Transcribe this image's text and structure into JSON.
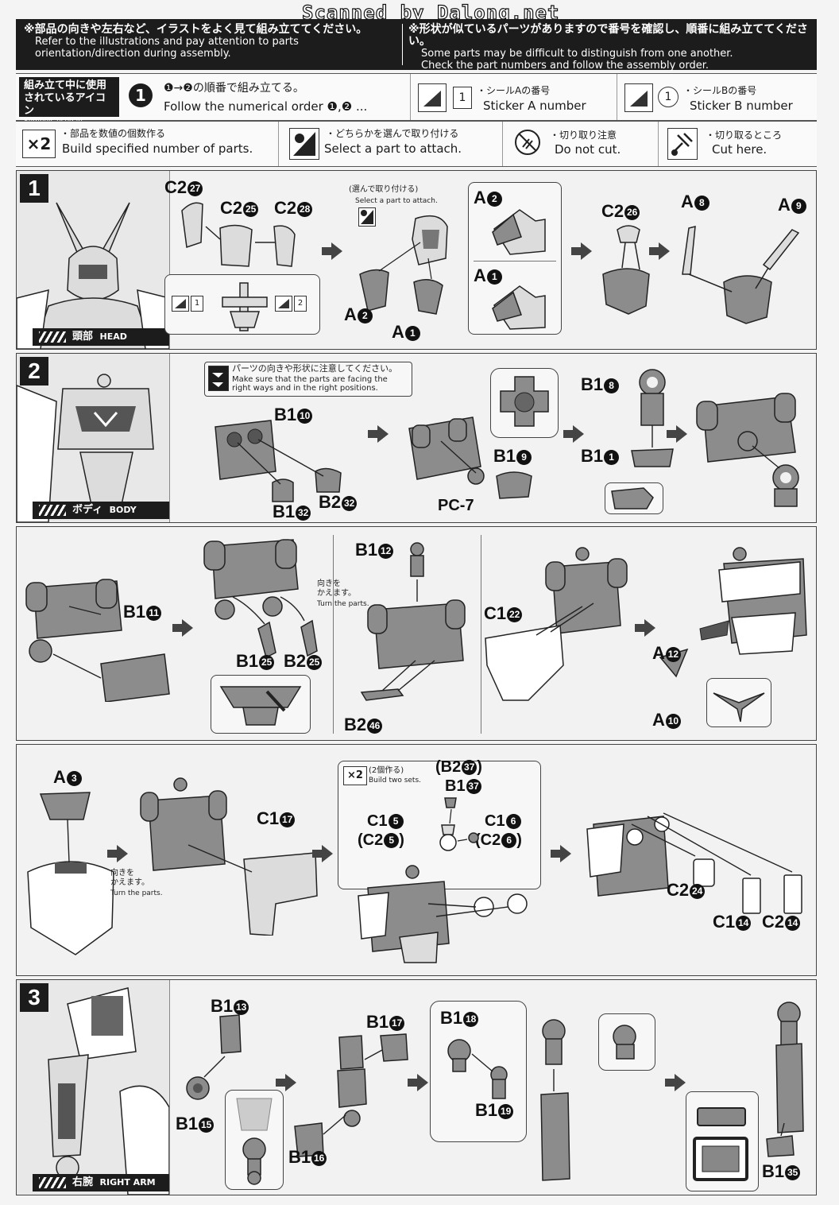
{
  "watermark": "Scanned by Dalong.net",
  "header": {
    "left_jp": "※部品の向きや左右など、イラストをよく見て組み立ててください。",
    "left_en1": "Refer to the illustrations and pay attention to parts",
    "left_en2": "orientation/direction during assembly.",
    "right_jp": "※形状が似ているパーツがありますので番号を確認し、順番に組み立ててください。",
    "right_en1": "Some parts may be difficult to distinguish from one another.",
    "right_en2": "Check the part numbers and follow the assembly order."
  },
  "legend": {
    "symbols_jp1": "組み立て中に使用",
    "symbols_jp2": "されているアイコン",
    "symbols_en": "Symbols used in instructions",
    "order_num": "1",
    "order_jp": "❶→❷の順番で組み立てる。",
    "order_en": "Follow the numerical order ❶,❷ ...",
    "stickerA_jp": "・シールAの番号",
    "stickerA_en": "Sticker A number",
    "stickerA_box": "1",
    "stickerB_jp": "・シールBの番号",
    "stickerB_en": "Sticker B number",
    "stickerB_box": "1",
    "x2_label": "×2",
    "x2_jp": "・部品を数値の個数作る",
    "x2_en": "Build specified number of parts.",
    "select_jp": "・どちらかを選んで取り付ける",
    "select_en": "Select a part to attach.",
    "nocut_jp": "・切り取り注意",
    "nocut_en": "Do not cut.",
    "cut_jp": "・切り取るところ",
    "cut_en": "Cut here."
  },
  "steps": [
    {
      "num": "1",
      "title_jp": "頭部",
      "title_en": "HEAD"
    },
    {
      "num": "2",
      "title_jp": "ボディ",
      "title_en": "BODY"
    },
    {
      "num": "3",
      "title_jp": "右腕",
      "title_en": "RIGHT ARM"
    }
  ],
  "step1": {
    "p_c2_27": "C2",
    "n27": "27",
    "p_c2_25": "C2",
    "n25": "25",
    "p_c2_28": "C2",
    "n28": "28",
    "select_jp": "(選んで取り付ける)",
    "select_en": "Select a part to attach.",
    "sticker1": "1",
    "sticker2": "2",
    "a2": "A",
    "n_a2": "2",
    "a1": "A",
    "n_a1": "1",
    "box_a2": "A",
    "box_n_a2": "2",
    "box_a1": "A",
    "box_n_a1": "1",
    "c2_26": "C2",
    "n26": "26",
    "a8": "A",
    "n8": "8",
    "a9": "A",
    "n9": "9"
  },
  "step2a": {
    "warn_jp": "パーツの向きや形状に注意してください。",
    "warn_en1": "Make sure that the parts are facing the",
    "warn_en2": "right ways and in the right positions.",
    "b1_10": "B1",
    "n10": "10",
    "b1_32": "B1",
    "n32": "32",
    "b2_32": "B2",
    "n_b2_32": "32",
    "b1_9": "B1",
    "n9": "9",
    "pc7": "PC-7",
    "b1_8": "B1",
    "n8": "8",
    "b1_1": "B1",
    "n1": "1"
  },
  "step2b": {
    "b1_11": "B1",
    "n11": "11",
    "turn_jp1": "向きを",
    "turn_jp2": "かえます。",
    "turn_en": "Turn the parts.",
    "b1_25": "B1",
    "n_b1_25": "25",
    "b2_25": "B2",
    "n_b2_25": "25",
    "b1_12": "B1",
    "n12": "12",
    "b2_46": "B2",
    "n46": "46",
    "c1_22": "C1",
    "n22": "22",
    "a12": "A",
    "n12a": "12",
    "a10": "A",
    "n10a": "10"
  },
  "step2c": {
    "a3": "A",
    "n3": "3",
    "turn_jp1": "向きを",
    "turn_jp2": "かえます。",
    "turn_en": "Turn the parts.",
    "c1_17": "C1",
    "n17": "17",
    "x2": "×2",
    "build2_jp": "(2個作る)",
    "build2_en": "Build two sets.",
    "b2_37": "(B2",
    "n_b2_37": "37",
    "close1": ")",
    "b1_37": "B1",
    "n_b1_37": "37",
    "c1_5": "C1",
    "n5": "5",
    "c2_5": "(C2",
    "n5b": "5",
    "close2": ")",
    "c1_6": "C1",
    "n6": "6",
    "c2_6": "(C2",
    "n6b": "6",
    "close3": ")",
    "c2_24": "C2",
    "n24": "24",
    "c1_14": "C1",
    "n14": "14",
    "c2_14": "C2",
    "n14b": "14"
  },
  "step3": {
    "b1_13": "B1",
    "n13": "13",
    "b1_15": "B1",
    "n15": "15",
    "b1_17": "B1",
    "n17": "17",
    "b1_16": "B1",
    "n16": "16",
    "b1_18": "B1",
    "n18": "18",
    "b1_19": "B1",
    "n19": "19",
    "b1_35": "B1",
    "n35": "35"
  }
}
